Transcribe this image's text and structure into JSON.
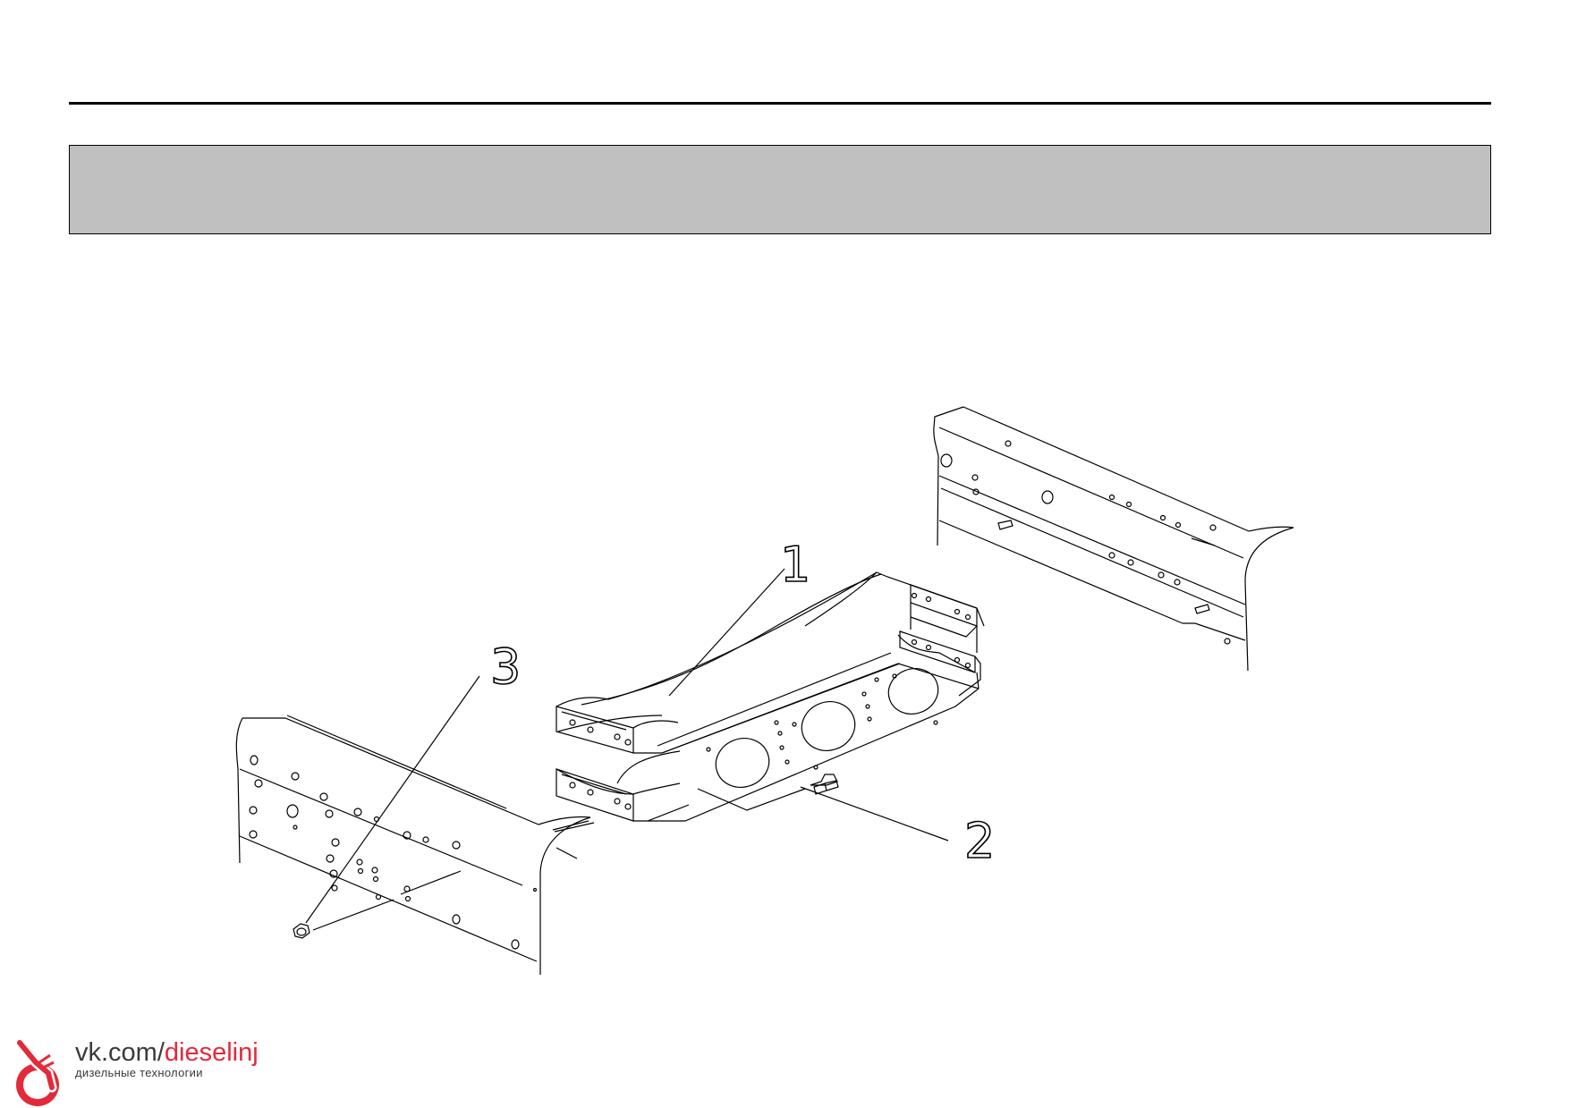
{
  "diagram": {
    "callouts": [
      "1",
      "2",
      "3"
    ]
  },
  "watermark": {
    "url_prefix": "vk.com/",
    "url_name": "dieselinj",
    "subtitle": "дизельные технологии",
    "accent": "#e32a3a"
  }
}
